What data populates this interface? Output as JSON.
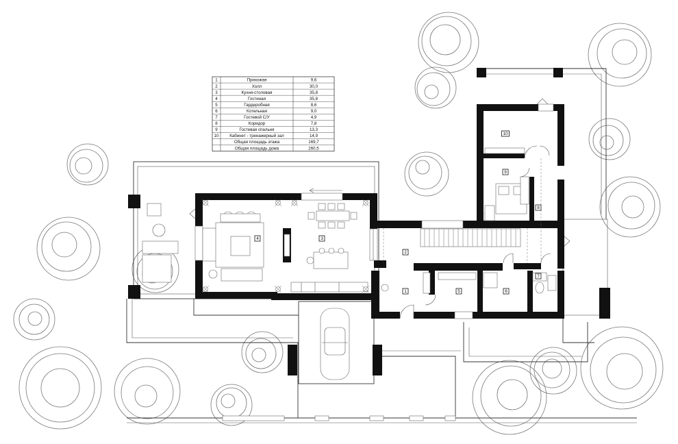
{
  "area_table": {
    "rows": [
      {
        "num": "1",
        "name": "Прихожая",
        "area": "9,6"
      },
      {
        "num": "2",
        "name": "Холл",
        "area": "30,0"
      },
      {
        "num": "3",
        "name": "Кухня-столовая",
        "area": "35,8"
      },
      {
        "num": "4",
        "name": "Гостиная",
        "area": "35,8"
      },
      {
        "num": "5",
        "name": "Гардеробная",
        "area": "8,6"
      },
      {
        "num": "6",
        "name": "Котельная",
        "area": "9,0"
      },
      {
        "num": "7",
        "name": "Гостевой С/У",
        "area": "4,9"
      },
      {
        "num": "8",
        "name": "Коридор",
        "area": "7,8"
      },
      {
        "num": "9",
        "name": "Гостевая спальня",
        "area": "13,3"
      },
      {
        "num": "10",
        "name": "Кабинет - тренажерный зал",
        "area": "14,9"
      }
    ],
    "totals": [
      {
        "name": "Общая площадь этажа",
        "area": "169,7"
      },
      {
        "name": "Общая площадь дома",
        "area": "260,5"
      }
    ]
  },
  "room_labels": [
    "4",
    "3",
    "2",
    "1",
    "5",
    "6",
    "7",
    "8",
    "9",
    "10"
  ]
}
